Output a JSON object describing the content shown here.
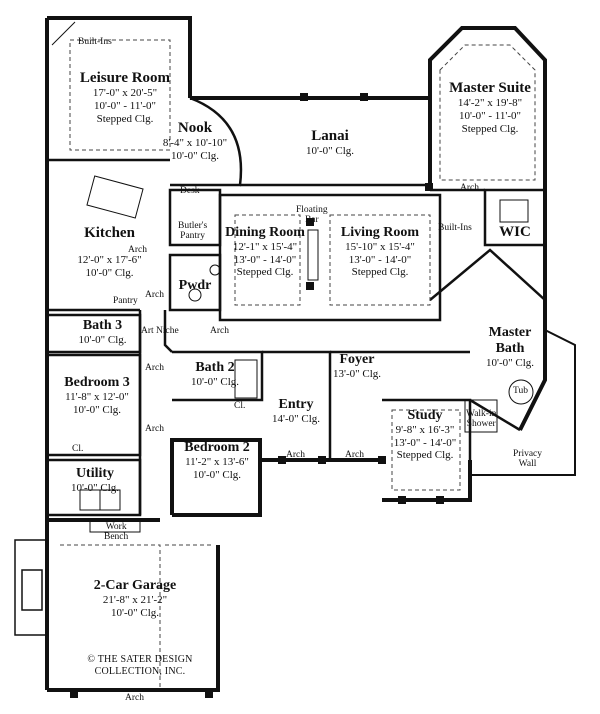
{
  "plan": {
    "copyright_line1": "© THE SATER DESIGN",
    "copyright_line2": "COLLECTION, INC."
  },
  "rooms": {
    "leisure_room": {
      "name": "Leisure Room",
      "size": "17'-0\" x 20'-5\"",
      "ceiling": "10'-0\" - 11'-0\"",
      "ceiling_type": "Stepped Clg."
    },
    "nook": {
      "name": "Nook",
      "size": "8'-4\" x 10'-10\"",
      "ceiling": "10'-0\" Clg."
    },
    "lanai": {
      "name": "Lanai",
      "ceiling": "10'-0\" Clg."
    },
    "master_suite": {
      "name": "Master Suite",
      "size": "14'-2\" x 19'-8\"",
      "ceiling": "10'-0\" - 11'-0\"",
      "ceiling_type": "Stepped Clg."
    },
    "kitchen": {
      "name": "Kitchen",
      "size": "12'-0\" x 17'-6\"",
      "ceiling": "10'-0\" Clg."
    },
    "dining_room": {
      "name": "Dining Room",
      "size": "12'-1\" x 15'-4\"",
      "ceiling": "13'-0\" - 14'-0\"",
      "ceiling_type": "Stepped Clg."
    },
    "living_room": {
      "name": "Living Room",
      "size": "15'-10\" x 15'-4\"",
      "ceiling": "13'-0\" - 14'-0\"",
      "ceiling_type": "Stepped Clg."
    },
    "wic": {
      "name": "WIC"
    },
    "pwdr": {
      "name": "Pwdr"
    },
    "bath3": {
      "name": "Bath 3",
      "ceiling": "10'-0\" Clg."
    },
    "master_bath": {
      "name": "Master",
      "name2": "Bath",
      "ceiling": "10'-0\" Clg."
    },
    "bedroom3": {
      "name": "Bedroom 3",
      "size": "11'-8\" x 12'-0\"",
      "ceiling": "10'-0\" Clg."
    },
    "bath2": {
      "name": "Bath 2",
      "ceiling": "10'-0\" Clg."
    },
    "foyer": {
      "name": "Foyer",
      "ceiling": "13'-0\" Clg."
    },
    "entry": {
      "name": "Entry",
      "ceiling": "14'-0\" Clg."
    },
    "study": {
      "name": "Study",
      "size": "9'-8\" x 16'-3\"",
      "ceiling": "13'-0\" - 14'-0\"",
      "ceiling_type": "Stepped Clg."
    },
    "bedroom2": {
      "name": "Bedroom 2",
      "size": "11'-2\" x 13'-6\"",
      "ceiling": "10'-0\" Clg."
    },
    "utility": {
      "name": "Utility",
      "ceiling": "10'-0\" Clg."
    },
    "garage": {
      "name": "2-Car Garage",
      "size": "21'-8\" x 21'-2\"",
      "ceiling": "10'-0\" Clg."
    }
  },
  "annotations": {
    "built_ins_top": "Built-Ins",
    "built_ins_right": "Built-Ins",
    "desk": "Desk",
    "butlers_pantry_1": "Butler's",
    "butlers_pantry_2": "Pantry",
    "floating_bar_1": "Floating",
    "floating_bar_2": "Bar",
    "pantry": "Pantry",
    "art_niche": "Art Niche",
    "linen_cl": "Cl.",
    "bed3_cl": "Cl.",
    "walk_in_shower_1": "Walk-in",
    "walk_in_shower_2": "Shower",
    "tub": "Tub",
    "privacy_wall_1": "Privacy",
    "privacy_wall_2": "Wall",
    "work_bench_1": "Work",
    "work_bench_2": "Bench",
    "arch_kitchen": "Arch",
    "arch_pwdr": "Arch",
    "arch_hall": "Arch",
    "arch_bed3": "Arch",
    "arch_bed2": "Arch",
    "arch_entry_left": "Arch",
    "arch_entry_right": "Arch",
    "arch_master": "Arch",
    "arch_garage": "Arch"
  }
}
